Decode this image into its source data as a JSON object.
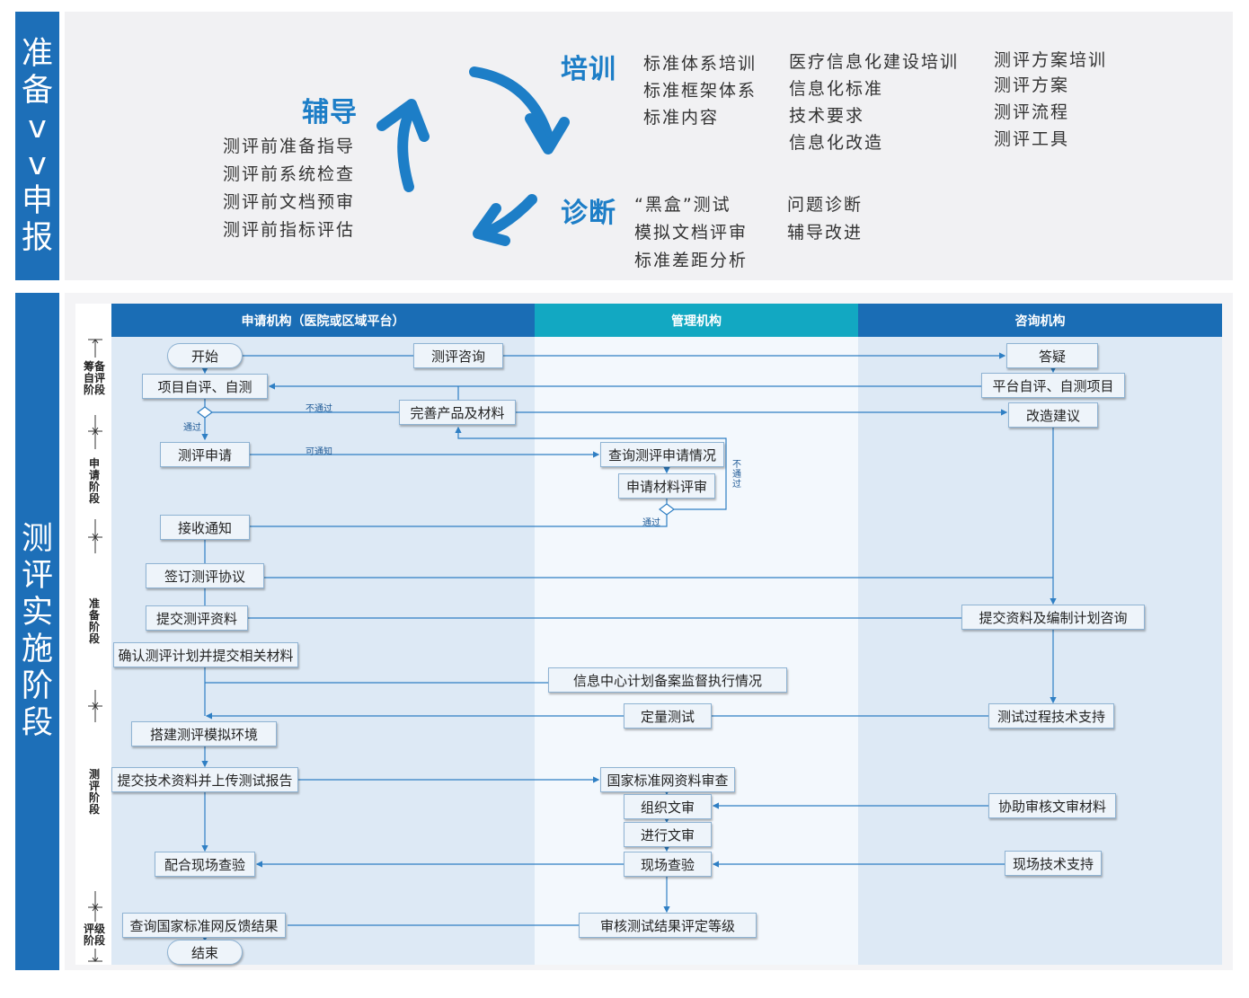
{
  "side_labels": {
    "top": "准备\nvv\n申报",
    "bottom": "测评实施阶段"
  },
  "cycle": {
    "peixun": {
      "title": "培训",
      "col1": [
        "标准体系培训",
        "标准框架体系",
        "标准内容"
      ],
      "col2": [
        "医疗信息化建设培训",
        "信息化标准",
        "技术要求",
        "信息化改造"
      ],
      "col3": [
        "测评方案培训",
        "测评方案",
        "测评流程",
        "测评工具"
      ]
    },
    "fudao": {
      "title": "辅导",
      "items": [
        "测评前准备指导",
        "测评前系统检查",
        "测评前文档预审",
        "测评前指标评估"
      ]
    },
    "zhenduan": {
      "title": "诊断",
      "col1": [
        "“黑盒”测试",
        "模拟文档评审",
        "标准差距分析"
      ],
      "col2": [
        "问题诊断",
        "辅导改进"
      ]
    }
  },
  "lanes": {
    "applicant": "申请机构（医院或区域平台）",
    "admin": "管理机构",
    "consult": "咨询机构"
  },
  "stages": {
    "s1": "筹备自评阶段",
    "s2": "申请阶段",
    "s3": "准备阶段",
    "s4": "测评阶段",
    "s5": "评级阶段"
  },
  "nodes": {
    "start": "开始",
    "consult_q": "测评咨询",
    "answer": "答疑",
    "self_eval": "项目自评、自测",
    "platform_self": "平台自评、自测项目",
    "improve_material": "完善产品及材料",
    "improve_advice": "改造建议",
    "apply": "测评申请",
    "query_apply": "查询测评申请情况",
    "review_material": "申请材料评审",
    "receive": "接收通知",
    "sign": "签订测评协议",
    "submit": "提交测评资料",
    "submit_consult": "提交资料及编制计划咨询",
    "confirm_plan": "确认测评计划并提交相关材料",
    "info_center": "信息中心计划备案监督执行情况",
    "quant": "定量测试",
    "tech_support": "测试过程技术支持",
    "build_env": "搭建测评模拟环境",
    "submit_tech": "提交技术资料并上传测试报告",
    "national_review": "国家标准网资料审查",
    "org_doc": "组织文审",
    "assist_doc": "协助审核文审材料",
    "do_doc": "进行文审",
    "site_check": "现场查验",
    "cooperate_site": "配合现场查验",
    "site_support": "现场技术支持",
    "query_result": "查询国家标准网反馈结果",
    "audit_grade": "审核测试结果评定等级",
    "end": "结束"
  },
  "edge_labels": {
    "fail": "不通过",
    "pass": "通过",
    "notify": "可通知",
    "pass2": "通过",
    "fail_v": "不通过"
  }
}
